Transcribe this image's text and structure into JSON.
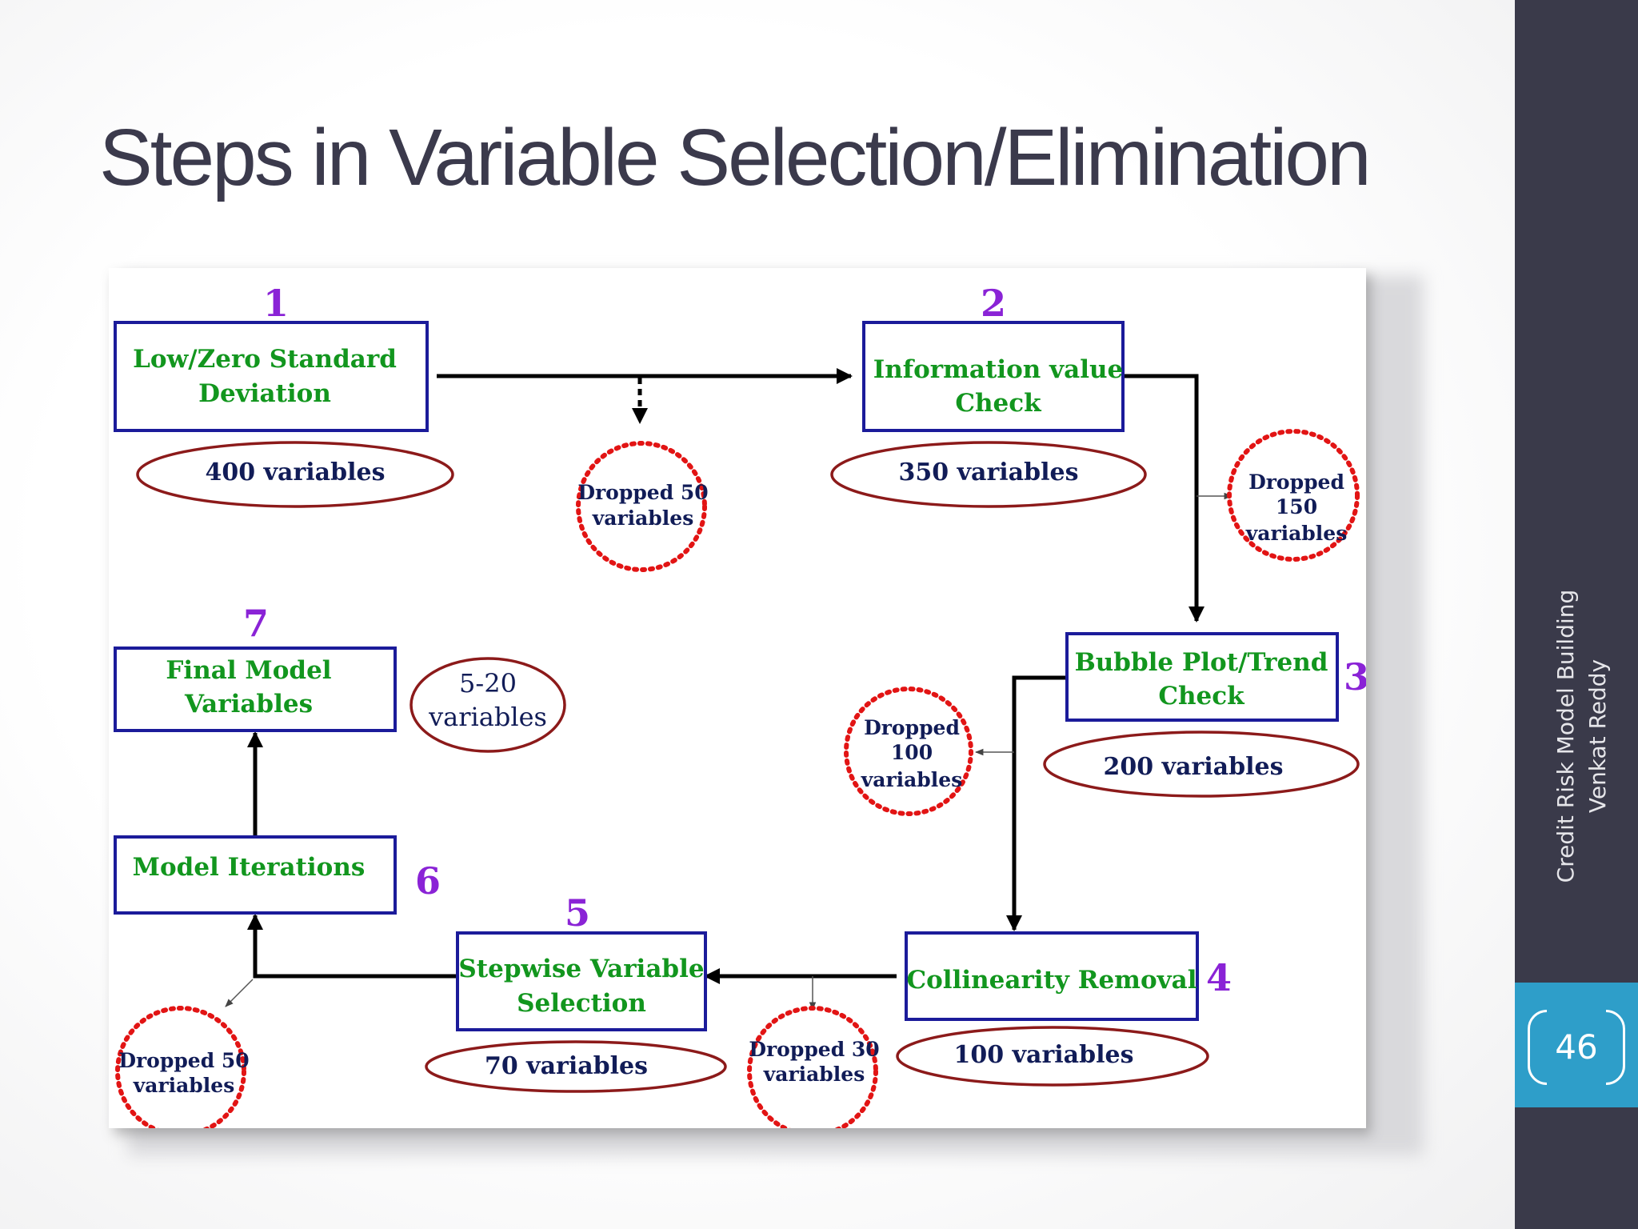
{
  "slide": {
    "title": "Steps in Variable Selection/Elimination",
    "sidebar_line1": "Credit Risk Model Building",
    "sidebar_line2": "Venkat Reddy",
    "page_number": "46"
  },
  "diagram": {
    "steps": [
      {
        "number": "1",
        "label_lines": [
          "Low/Zero Standard",
          "Deviation"
        ],
        "count": "400 variables"
      },
      {
        "number": "2",
        "label_lines": [
          "Information value",
          "Check"
        ],
        "count": "350 variables"
      },
      {
        "number": "3",
        "label_lines": [
          "Bubble Plot/Trend",
          "Check"
        ],
        "count": "200 variables"
      },
      {
        "number": "4",
        "label_lines": [
          "Collinearity Removal"
        ],
        "count": "100 variables"
      },
      {
        "number": "5",
        "label_lines": [
          "Stepwise Variable",
          "Selection"
        ],
        "count": "70 variables"
      },
      {
        "number": "6",
        "label_lines": [
          "Model Iterations"
        ],
        "count": ""
      },
      {
        "number": "7",
        "label_lines": [
          "Final Model",
          "Variables"
        ],
        "count_lines": [
          "5-20",
          "variables"
        ]
      }
    ],
    "drops": [
      {
        "lines": [
          "Dropped 50",
          "variables"
        ]
      },
      {
        "lines": [
          "Dropped",
          "150",
          "variables"
        ]
      },
      {
        "lines": [
          "Dropped",
          "100",
          "variables"
        ]
      },
      {
        "lines": [
          "Dropped 30",
          "variables"
        ]
      },
      {
        "lines": [
          "Dropped 50",
          "variables"
        ]
      }
    ],
    "colors": {
      "box_border": "#1b1b9a",
      "box_text": "#12961e",
      "ellipse_border": "#8c1a1a",
      "count_text": "#111c57",
      "drop_border": "#e21414",
      "step_number": "#8a23d6",
      "sidebar": "#3a3a4a",
      "page_badge": "#2e9ec9"
    }
  }
}
